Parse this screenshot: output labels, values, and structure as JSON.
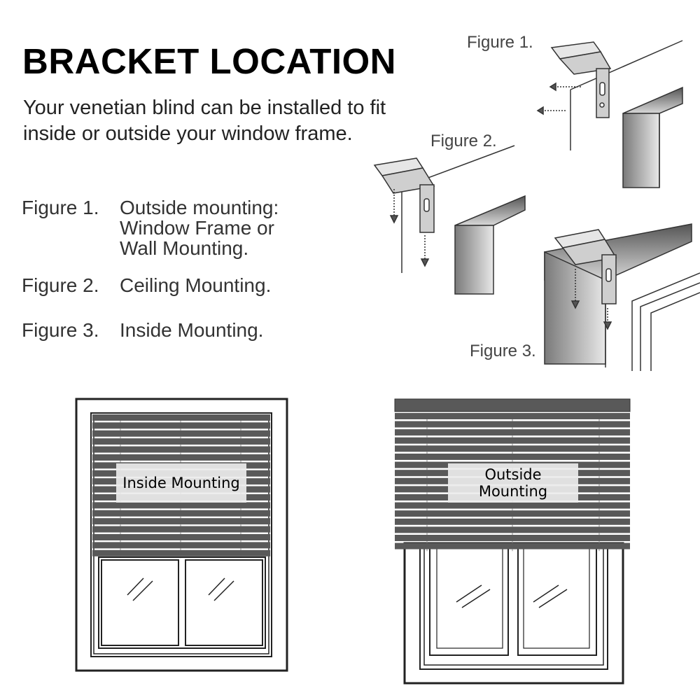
{
  "title": "BRACKET LOCATION",
  "intro": "Your venetian blind can be installed to fit inside or outside your window frame.",
  "legend": [
    {
      "num": "Figure 1.",
      "desc": "Outside mounting:\nWindow Frame or\nWall Mounting."
    },
    {
      "num": "Figure 2.",
      "desc": "Ceiling Mounting."
    },
    {
      "num": "Figure 3.",
      "desc": "Inside Mounting."
    }
  ],
  "figures": {
    "fig1": "Figure 1.",
    "fig2": "Figure 2.",
    "fig3": "Figure 3."
  },
  "blinds": {
    "inside": "Inside Mounting",
    "outside": "Outside Mounting"
  },
  "colors": {
    "slat": "#595959",
    "frame": "#222222",
    "caption_bg": "#ebebeb"
  }
}
